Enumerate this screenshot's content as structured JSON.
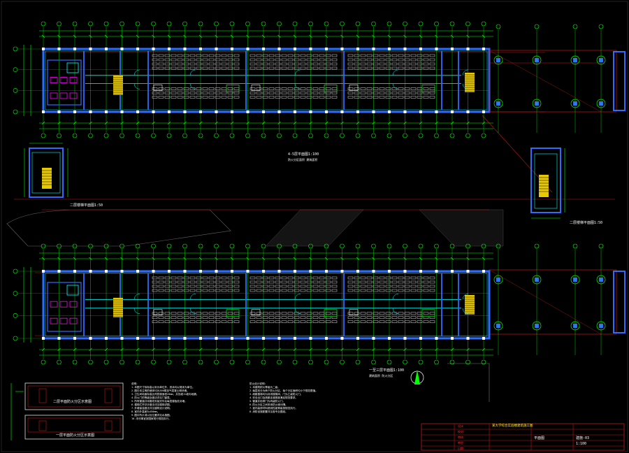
{
  "drawing": {
    "labels": {
      "plan_upper": "4-5层平面图1:100",
      "plan_upper_sub": "防火分区面积 建筑面积",
      "stair_left": "二层楼梯平面图1:50",
      "stair_right": "二层楼梯平面图1:50",
      "plan_lower": "一至三层平面图1:100",
      "plan_lower_sub": "建筑面积 防火分区",
      "fire_zone_1": "二层平面防火分区示意图",
      "fire_zone_2": "一层平面防火分区示意图"
    },
    "notes_left_title": "说明：",
    "notes_left": [
      "1.本图尺寸除标高以米为单位外，其余均以毫米为单位。",
      "2.图中未注明的墙体均为200厚加气混凝土砌块墙。",
      "3.卫生间地面标高比同层楼面低20mm，并找坡1%坡向地漏。",
      "4.防火门的等级及做法详见门窗表。",
      "5.所有管道井待管线安装完毕后每层楼板处封堵。",
      "6.楼梯栏杆扶手做法详见楼梯详图。",
      "7.外墙保温做法详见建筑设计说明。",
      "8.室内外高差为450mm。",
      "9.图中所示消火栓位置详见水施图。",
      "10.未尽事宜按国家现行规范执行。"
    ],
    "notes_right_title": "防火设计说明：",
    "notes_right": [
      "1.本建筑耐火等级为二级。",
      "2.每层划分为两个防火分区，每个分区面积均小于规范限值。",
      "3.疏散楼梯均为封闭楼梯间，门为乙级防火门。",
      "4.安全出口及疏散走道宽度满足规范要求。",
      "5.管道井检修门为丙级防火门。",
      "6.防火分区之间采用防火墙分隔。",
      "7.室内装修材料燃烧性能等级按规范执行。",
      "8.消防设施配置详见各专业图纸。"
    ],
    "title_block": {
      "project": "某大学综合实验楼建筑施工图",
      "drawing_title": "平面图",
      "drawing_no": "建施-03",
      "scale": "1:100",
      "rows": [
        "设计",
        "校对",
        "审核",
        "审定",
        "日期"
      ]
    }
  }
}
